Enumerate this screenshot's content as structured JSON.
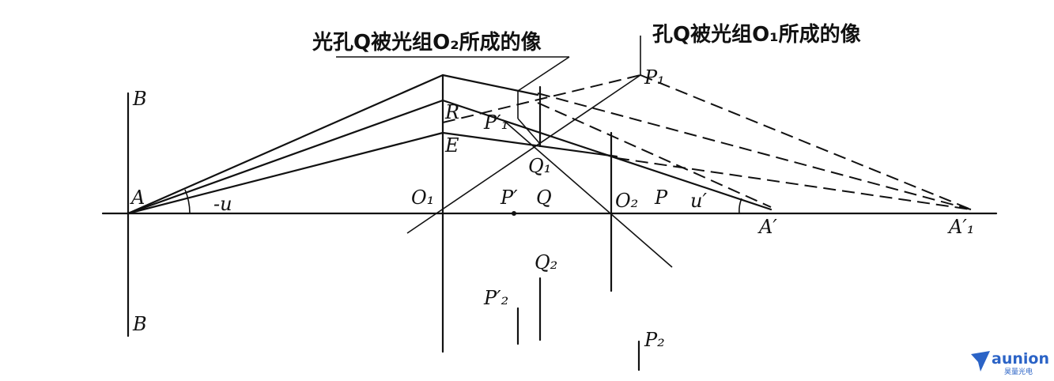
{
  "captions": {
    "left": "光孔Q被光组O₂所成的像",
    "right": "孔Q被光组O₁所成的像"
  },
  "points": {
    "B_top": "B",
    "B_bottom": "B",
    "A": "A",
    "R": "R",
    "E": "E",
    "O1": "O₁",
    "O2": "O₂",
    "Q": "Q",
    "P_prime": "P′",
    "P": "P",
    "Q1": "Q₁",
    "Q2": "Q₂",
    "P1": "P₁",
    "P1_prime": "P′₁",
    "P2_prime": "P′₂",
    "P2": "P₂",
    "A_prime": "A′",
    "A1_prime": "A′₁",
    "angle_u": "-u",
    "angle_u_prime": "u′"
  },
  "logo": {
    "name": "aunion",
    "sub": "昊量光电",
    "color": "#2b63c6"
  }
}
